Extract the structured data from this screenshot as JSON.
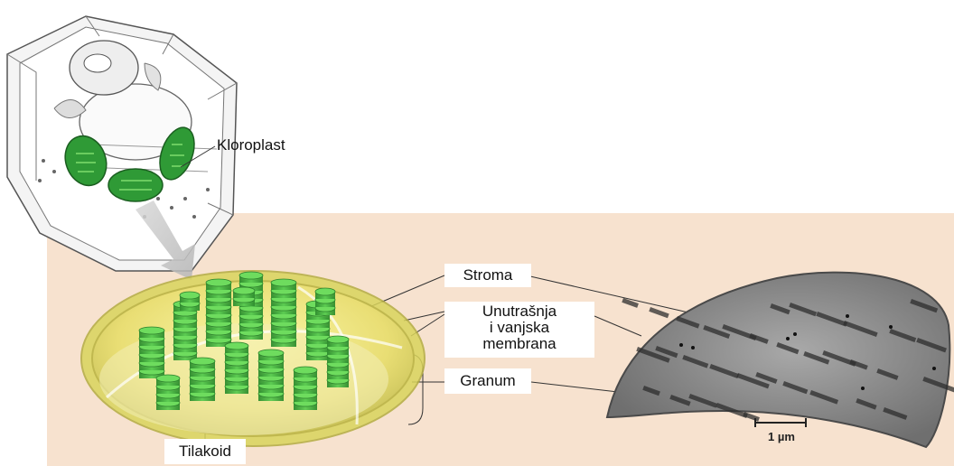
{
  "labels": {
    "kloroplast": "Kloroplast",
    "stroma": "Stroma",
    "membrana_line1": "Unutrašnja",
    "membrana_line2": "i vanjska",
    "membrana_line3": "membrana",
    "granum": "Granum",
    "tilakoid": "Tilakoid"
  },
  "scale_bar": "1 µm",
  "colors": {
    "background_panel": "#f7e2cf",
    "chloroplast_green": "#3fae3f",
    "outer_membrane": "#e8e06a",
    "micrograph_gray": "#8c8c8c"
  }
}
